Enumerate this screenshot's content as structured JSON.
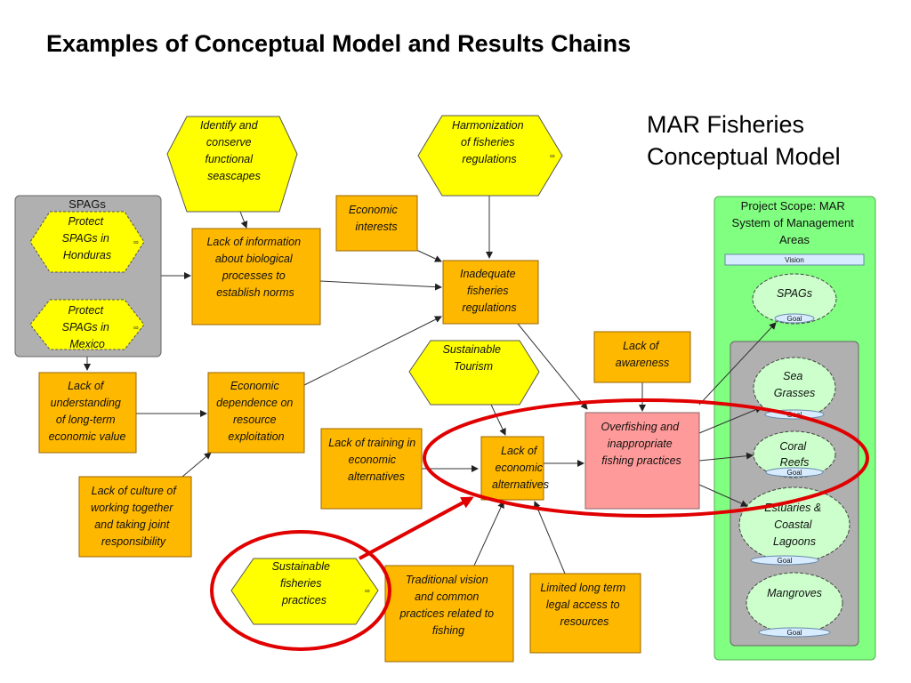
{
  "title": "Examples of Conceptual Model and Results Chains",
  "subtitle_lines": [
    "MAR Fisheries",
    "Conceptual Model"
  ],
  "colors": {
    "factor_box": "#FFB800",
    "strategy_hex": "#FFFF00",
    "direct_threat": "#FF9A9A",
    "scope_panel": "#80FF80",
    "spags_panel": "#B0B0B0",
    "highlight": "#E00000"
  },
  "spags_group": {
    "label": "SPAGs",
    "strategies": [
      {
        "lines": [
          "Protect",
          "SPAGs in",
          "Honduras"
        ]
      },
      {
        "lines": [
          "Protect",
          "SPAGs in",
          "Mexico"
        ]
      }
    ]
  },
  "strategies": {
    "identify": {
      "lines": [
        "Identify and",
        "conserve",
        "functional",
        "seascapes"
      ]
    },
    "harmonization": {
      "lines": [
        "Harmonization",
        "of fisheries",
        "regulations"
      ]
    },
    "tourism": {
      "lines": [
        "Sustainable",
        "Tourism"
      ]
    },
    "sustainable_fisheries": {
      "lines": [
        "Sustainable",
        "fisheries",
        "practices"
      ]
    }
  },
  "factors": {
    "lack_info": {
      "lines": [
        "Lack of information",
        "about biological",
        "processes to",
        "establish norms"
      ]
    },
    "economic_interests": {
      "lines": [
        "Economic",
        "interests"
      ]
    },
    "inadequate_regs": {
      "lines": [
        "Inadequate",
        "fisheries",
        "regulations"
      ]
    },
    "lack_understanding": {
      "lines": [
        "Lack of",
        "understanding",
        "of long-term",
        "economic value"
      ]
    },
    "economic_dependence": {
      "lines": [
        "Economic",
        "dependence on",
        "resource",
        "exploitation"
      ]
    },
    "lack_culture": {
      "lines": [
        "Lack of culture of",
        "working together",
        "and taking joint",
        "responsibility"
      ]
    },
    "lack_training": {
      "lines": [
        "Lack of training in",
        "economic",
        "alternatives"
      ]
    },
    "lack_alternatives": {
      "lines": [
        "Lack of",
        "economic",
        "alternatives"
      ]
    },
    "lack_awareness": {
      "lines": [
        "Lack of",
        "awareness"
      ]
    },
    "traditional_vision": {
      "lines": [
        "Traditional vision",
        "and common",
        "practices related to",
        "fishing"
      ]
    },
    "limited_access": {
      "lines": [
        "Limited long term",
        "legal access to",
        "resources"
      ]
    }
  },
  "direct_threat": {
    "lines": [
      "Overfishing and",
      "inappropriate",
      "fishing practices"
    ]
  },
  "scope": {
    "title_lines": [
      "Project Scope: MAR",
      "System of Management",
      "Areas"
    ],
    "vision_label": "Vision",
    "goal_label": "Goal",
    "targets": [
      {
        "lines": [
          "SPAGs"
        ]
      },
      {
        "lines": [
          "Sea",
          "Grasses"
        ]
      },
      {
        "lines": [
          "Coral",
          "Reefs"
        ]
      },
      {
        "lines": [
          "Estuaries &",
          "Coastal",
          "Lagoons"
        ]
      },
      {
        "lines": [
          "Mangroves"
        ]
      }
    ]
  }
}
